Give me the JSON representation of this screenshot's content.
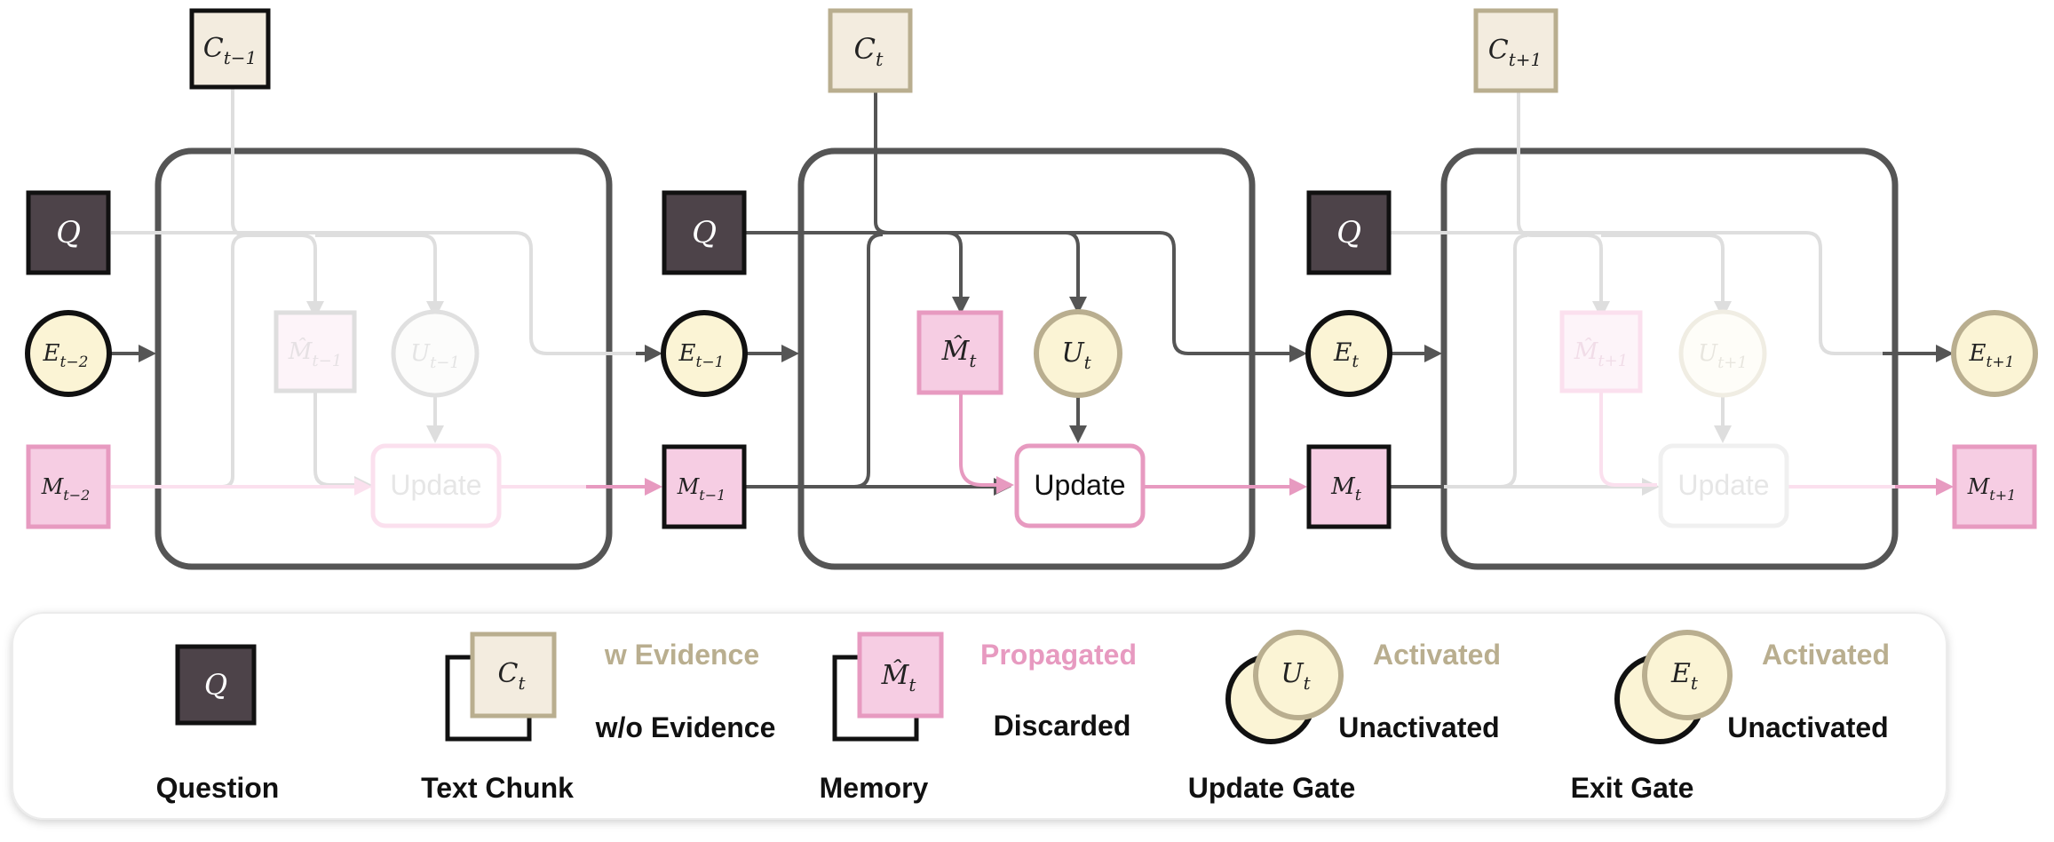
{
  "colors": {
    "dark_fill": "#4d4349",
    "chunk_fill": "#f3ecdf",
    "chunk_stroke_tan": "#b9ae8f",
    "memory_fill": "#f6cde3",
    "memory_stroke_pink": "#e79ac0",
    "gate_fill": "#fbf4d5",
    "arrow_gray": "#555555",
    "arrow_pink": "#e79ac0",
    "faded_gray": "#dedede",
    "faded_pink": "#fbe0ee",
    "panel_stroke": "#555555",
    "legend_tan_text": "#b9ae8f",
    "legend_pink_text": "#e79ac0"
  },
  "nodes": {
    "c_prev": {
      "base": "C",
      "sub": "t−1"
    },
    "c_cur": {
      "base": "C",
      "sub": "t"
    },
    "c_next": {
      "base": "C",
      "sub": "t+1"
    },
    "q1": {
      "base": "Q"
    },
    "q2": {
      "base": "Q"
    },
    "q3": {
      "base": "Q"
    },
    "e_tm2": {
      "base": "E",
      "sub": "t−2"
    },
    "e_tm1": {
      "base": "E",
      "sub": "t−1"
    },
    "e_t": {
      "base": "E",
      "sub": "t"
    },
    "e_tp1": {
      "base": "E",
      "sub": "t+1"
    },
    "m_tm2": {
      "base": "M",
      "sub": "t−2"
    },
    "m_tm1": {
      "base": "M",
      "sub": "t−1"
    },
    "m_t": {
      "base": "M",
      "sub": "t"
    },
    "m_tp1": {
      "base": "M",
      "sub": "t+1"
    },
    "mhat_tm1": {
      "base": "M̂",
      "sub": "t−1"
    },
    "mhat_t": {
      "base": "M̂",
      "sub": "t"
    },
    "mhat_tp1": {
      "base": "M̂",
      "sub": "t+1"
    },
    "u_tm1": {
      "base": "U",
      "sub": "t−1"
    },
    "u_t": {
      "base": "U",
      "sub": "t"
    },
    "u_tp1": {
      "base": "U",
      "sub": "t+1"
    },
    "update_label": "Update"
  },
  "legend": {
    "question": {
      "symbol": "Q",
      "label": "Question"
    },
    "text_chunk": {
      "symbol": "C",
      "sub": "t",
      "active": "w Evidence",
      "inactive": "w/o Evidence",
      "label": "Text Chunk"
    },
    "memory": {
      "symbol": "M̂",
      "sub": "t",
      "active": "Propagated",
      "inactive": "Discarded",
      "label": "Memory"
    },
    "update_gate": {
      "symbol": "U",
      "sub": "t",
      "active": "Activated",
      "inactive": "Unactivated",
      "label": "Update Gate"
    },
    "exit_gate": {
      "symbol": "E",
      "sub": "t",
      "active": "Activated",
      "inactive": "Unactivated",
      "label": "Exit Gate"
    }
  }
}
